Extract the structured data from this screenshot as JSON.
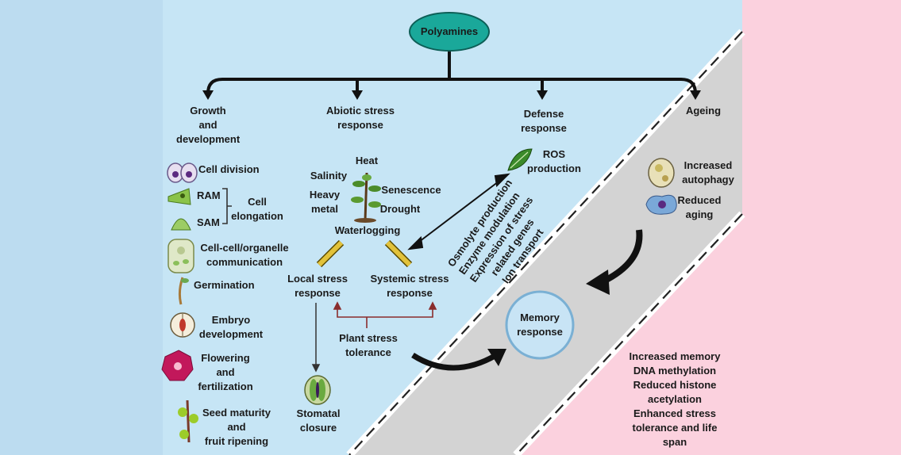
{
  "root": "Polyamines",
  "branches": {
    "growth": [
      "Growth",
      "and",
      "development"
    ],
    "abiotic": [
      "Abiotic stress",
      "response"
    ],
    "defense": [
      "Defense",
      "response"
    ],
    "ageing": "Ageing"
  },
  "growth_items": {
    "cell_division": "Cell division",
    "ram": "RAM",
    "sam": "SAM",
    "cell_elongation": [
      "Cell",
      "elongation"
    ],
    "communication": [
      "Cell-cell/organelle",
      "communication"
    ],
    "germination": "Germination",
    "embryo": [
      "Embryo",
      "development"
    ],
    "flowering": [
      "Flowering",
      "and",
      "fertilization"
    ],
    "seed": [
      "Seed maturity",
      "and",
      "fruit ripening"
    ]
  },
  "stresses": {
    "heat": "Heat",
    "salinity": "Salinity",
    "heavy_metal": [
      "Heavy",
      "metal"
    ],
    "senescence": "Senescence",
    "drought": "Drought",
    "waterlogging": "Waterlogging"
  },
  "stress_responses": {
    "local": [
      "Local stress",
      "response"
    ],
    "systemic": [
      "Systemic stress",
      "response"
    ],
    "tolerance": [
      "Plant stress",
      "tolerance"
    ],
    "stomatal": [
      "Stomatal",
      "closure"
    ]
  },
  "defense_items": {
    "ros": [
      "ROS",
      "production"
    ],
    "mechanisms": [
      "Osmolyte production",
      "Enzyme modulation",
      "Expression of stress",
      "related genes",
      "Ion transport"
    ]
  },
  "ageing_items": {
    "autophagy": [
      "Increased",
      "autophagy"
    ],
    "reduced_aging": [
      "Reduced",
      "aging"
    ]
  },
  "memory": [
    "Memory",
    "response"
  ],
  "memory_effects": [
    "Increased memory",
    "DNA methylation",
    "Reduced histone",
    "acetylation",
    "Enhanced stress",
    "tolerance and life",
    "span"
  ]
}
